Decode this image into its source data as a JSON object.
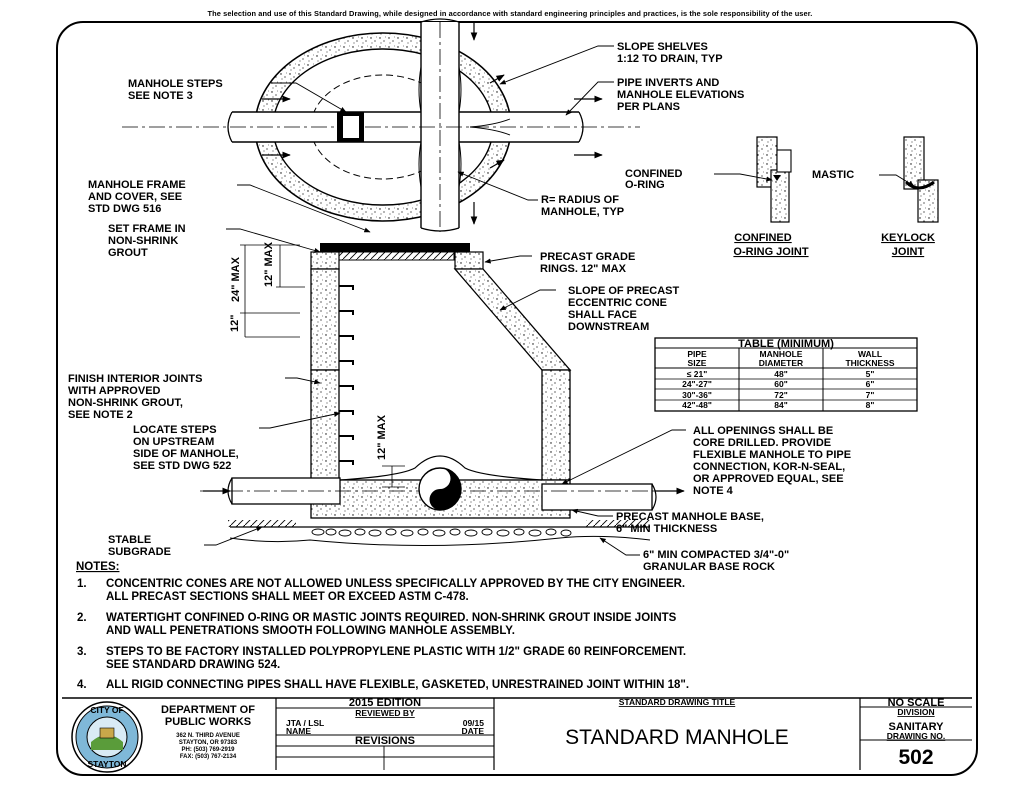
{
  "disclaimer": "The selection and use of this Standard Drawing, while designed in accordance with standard engineering principles and practices, is the sole responsibility of the user.",
  "plan_labels": {
    "slope_shelves": [
      "SLOPE SHELVES",
      "1:12 TO DRAIN, TYP"
    ],
    "manhole_steps": [
      "MANHOLE STEPS",
      "SEE NOTE 3"
    ],
    "pipe_inverts": [
      "PIPE INVERTS AND",
      "MANHOLE ELEVATIONS",
      "PER PLANS"
    ],
    "frame_cover": [
      "MANHOLE FRAME",
      "AND COVER, SEE",
      "STD DWG 516"
    ],
    "radius": [
      "R= RADIUS OF",
      "MANHOLE, TYP"
    ],
    "confined_oring": [
      "CONFINED",
      "O-RING"
    ],
    "mastic": "MASTIC"
  },
  "joints": {
    "confined_title": [
      "CONFINED",
      "O-RING JOINT"
    ],
    "keylock_title": [
      "KEYLOCK",
      "JOINT"
    ]
  },
  "section_labels": {
    "set_frame": [
      "SET FRAME IN",
      "NON-SHRINK",
      "GROUT"
    ],
    "grade_rings": [
      "PRECAST GRADE",
      "RINGS. 12\" MAX"
    ],
    "cone_slope": [
      "SLOPE OF PRECAST",
      "ECCENTRIC CONE",
      "SHALL FACE",
      "DOWNSTREAM"
    ],
    "finish_joints": [
      "FINISH INTERIOR JOINTS",
      "WITH APPROVED",
      "NON-SHRINK GROUT,",
      "SEE NOTE 2"
    ],
    "locate_steps": [
      "LOCATE STEPS",
      "ON UPSTREAM",
      "SIDE OF MANHOLE,",
      "SEE STD DWG 522"
    ],
    "openings": [
      "ALL OPENINGS SHALL BE",
      "CORE DRILLED.  PROVIDE",
      "FLEXIBLE MANHOLE TO PIPE",
      "CONNECTION, KOR-N-SEAL,",
      "OR APPROVED EQUAL, SEE",
      "NOTE 4"
    ],
    "base": [
      "PRECAST MANHOLE BASE,",
      "6\" MIN THICKNESS"
    ],
    "subgrade": [
      "STABLE",
      "SUBGRADE"
    ],
    "base_rock": [
      "6\" MIN COMPACTED 3/4\"-0\"",
      "GRANULAR BASE ROCK"
    ],
    "dim_24max": "24\" MAX",
    "dim_12max_top": "12\" MAX",
    "dim_12": "12\"",
    "dim_12max_low": "12\" MAX"
  },
  "table": {
    "title": "TABLE (MINIMUM)",
    "headers": [
      [
        "PIPE",
        "SIZE"
      ],
      [
        "MANHOLE",
        "DIAMETER"
      ],
      [
        "WALL",
        "THICKNESS"
      ]
    ],
    "rows": [
      [
        "≤ 21\"",
        "48\"",
        "5\""
      ],
      [
        "24\"-27\"",
        "60\"",
        "6\""
      ],
      [
        "30\"-36\"",
        "72\"",
        "7\""
      ],
      [
        "42\"-48\"",
        "84\"",
        "8\""
      ]
    ]
  },
  "notes": {
    "heading": "NOTES:",
    "items": [
      [
        "1.",
        "CONCENTRIC CONES ARE NOT ALLOWED UNLESS SPECIFICALLY APPROVED BY THE CITY ENGINEER.",
        "ALL PRECAST SECTIONS SHALL MEET OR EXCEED ASTM C-478."
      ],
      [
        "2.",
        "WATERTIGHT CONFINED O-RING OR MASTIC JOINTS REQUIRED. NON-SHRINK GROUT INSIDE JOINTS",
        "AND WALL PENETRATIONS SMOOTH FOLLOWING MANHOLE ASSEMBLY."
      ],
      [
        "3.",
        "STEPS TO BE FACTORY INSTALLED POLYPROPYLENE PLASTIC WITH 1/2\" GRADE 60 REINFORCEMENT.",
        "SEE STANDARD DRAWING 524."
      ],
      [
        "4.",
        "ALL RIGID CONNECTING PIPES SHALL HAVE FLEXIBLE, GASKETED, UNRESTRAINED JOINT WITHIN 18\".",
        ""
      ]
    ]
  },
  "title_block": {
    "seal_top": "CITY OF",
    "seal_bottom": "STAYTON",
    "dept": [
      "DEPARTMENT OF",
      "PUBLIC WORKS"
    ],
    "address": [
      "362 N. THIRD AVENUE",
      "STAYTON, OR 97383",
      "PH: (503) 769-2919",
      "FAX: (503) 767-2134"
    ],
    "edition": "2015 EDITION",
    "reviewed_by": "REVIEWED BY",
    "reviewer": "JTA / LSL",
    "review_date": "09/15",
    "name_label": "NAME",
    "date_label": "DATE",
    "revisions": "REVISIONS",
    "drawing_title_label": "STANDARD DRAWING TITLE",
    "drawing_title": "STANDARD MANHOLE",
    "scale": "NO SCALE",
    "division_label": "DIVISION",
    "division": "SANITARY",
    "drawing_no_label": "DRAWING NO.",
    "drawing_no": "502"
  }
}
